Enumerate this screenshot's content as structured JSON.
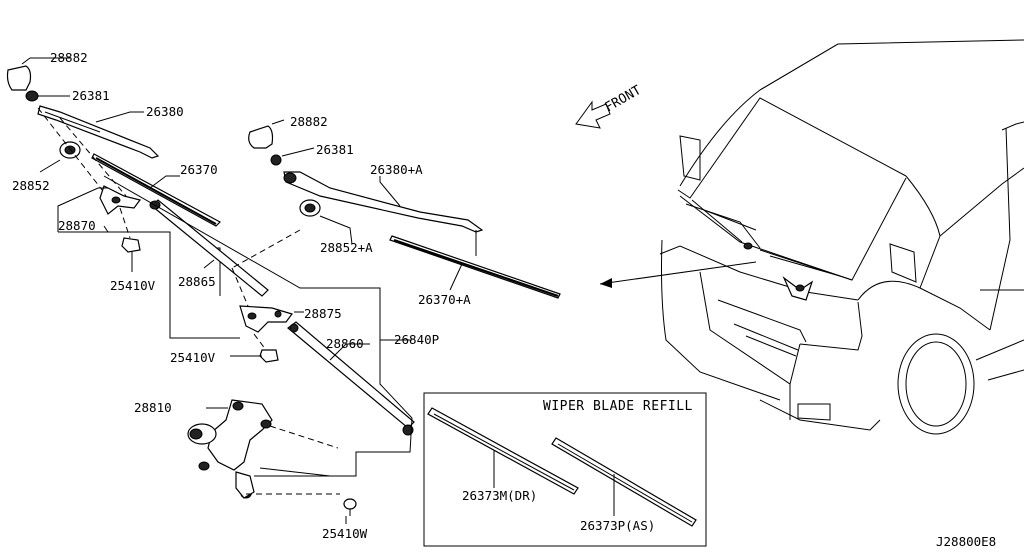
{
  "labels": {
    "p28882_left": "28882",
    "p26381_left": "26381",
    "p26380": "26380",
    "p26370": "26370",
    "p28852_left": "28852",
    "p28870": "28870",
    "p25410V_a": "25410V",
    "p28865": "28865",
    "p28882_mid": "28882",
    "p26381_mid": "26381",
    "p26380A": "26380+A",
    "p28852A": "28852+A",
    "p26370A": "26370+A",
    "p28875": "28875",
    "p25410V_b": "25410V",
    "p28860": "28860",
    "p26840P": "26840P",
    "p28810": "28810",
    "p25410W": "25410W",
    "p26373M": "26373M(DR)",
    "p26373P": "26373P(AS)"
  },
  "refill_box_title": "WIPER BLADE REFILL",
  "front_label": "FRONT",
  "diagram_id": "J28800E8"
}
